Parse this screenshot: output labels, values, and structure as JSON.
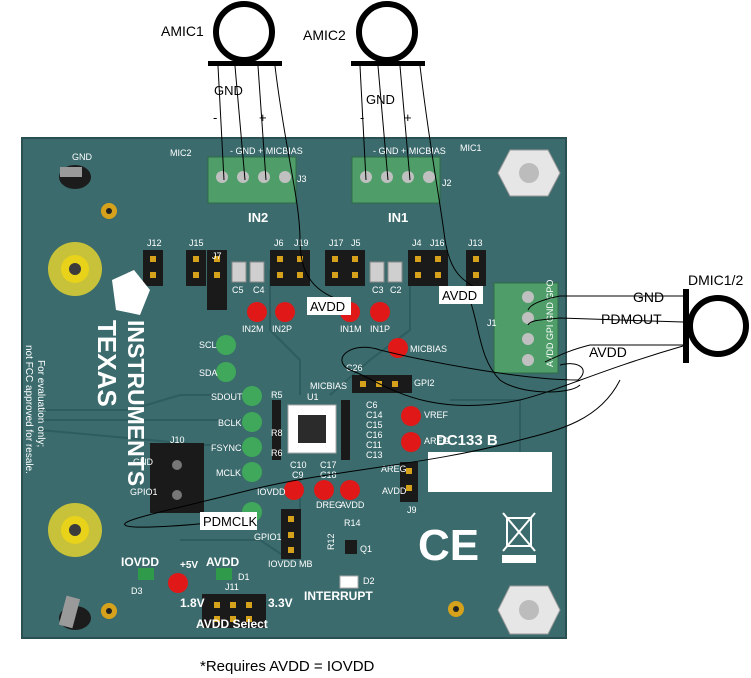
{
  "mic_labels": {
    "amic1": "AMIC1",
    "amic2": "AMIC2",
    "dmic": "DMIC1/2"
  },
  "mic_pins": {
    "gnd": "GND",
    "minus": "-",
    "plus": "+"
  },
  "dmic_wires": {
    "gnd": "GND",
    "pdmout": "PDMOUT",
    "avdd": "AVDD"
  },
  "callouts": {
    "avdd_left": "AVDD",
    "avdd_right": "AVDD",
    "pdmclk": "PDMCLK"
  },
  "footnote": "*Requires AVDD = IOVDD",
  "board": {
    "model": "DC133 B",
    "in1": "IN1",
    "in2": "IN2",
    "j2": "J2",
    "j3": "J3",
    "j1": "J1",
    "j9": "J9",
    "j10": "J10",
    "j11": "J11",
    "j12": "J12",
    "j15": "J15",
    "j7": "J7",
    "j6": "J6",
    "j19": "J19",
    "j17": "J17",
    "j5": "J5",
    "j4": "J4",
    "j16": "J16",
    "j13": "J13",
    "mic1": "MIC1",
    "mic2": "MIC2",
    "term_header": "- GND + MICBIAS",
    "gnd": "GND",
    "in2m": "IN2M",
    "in2p": "IN2P",
    "in1m": "IN1M",
    "in1p": "IN1P",
    "micbias": "MICBIAS",
    "vref": "VREF",
    "areg": "AREG",
    "scl": "SCL",
    "sda": "SDA",
    "sdout": "SDOUT",
    "bclk": "BCLK",
    "fsync": "FSYNC",
    "mclk": "MCLK",
    "iovdd_tp": "IOVDD",
    "dreg": "DREG",
    "avdd_tp": "AVDD",
    "gpio1": "GPIO1",
    "gpi2": "GPI2",
    "plus5v": "+5V",
    "iovdd_led": "IOVDD",
    "avdd_led": "AVDD",
    "d1": "D1",
    "d2": "D2",
    "d3": "D3",
    "u1": "U1",
    "q1": "Q1",
    "r5": "R5",
    "r6": "R6",
    "r8": "R8",
    "r12": "R12",
    "r14": "R14",
    "c2": "C2",
    "c3": "C3",
    "c4": "C4",
    "c5": "C5",
    "c6": "C6",
    "c9": "C9",
    "c10": "C10",
    "c11": "C11",
    "c13": "C13",
    "c14": "C14",
    "c15": "C15",
    "c16": "C16",
    "c17": "C17",
    "c18": "C18",
    "c26": "C26",
    "v18": "1.8V",
    "v33": "3.3V",
    "iovdd_mb": "IOVDD MB",
    "interrupt": "INTERRUPT",
    "avdd_select": "AVDD Select",
    "j1_pins": "AVDD GPI GND GPO",
    "evaluation_note_1": "For evaluation only;",
    "evaluation_note_2": "not FCC approved for resale.",
    "brand_1": "TEXAS",
    "brand_2": "INSTRUMENTS",
    "ce": "CE"
  },
  "colors": {
    "pcb": "#3b6b6d",
    "pcb_edge": "#2a5052",
    "terminal": "#4f9e6a",
    "testpoint_red": "#e01818",
    "testpoint_green": "#3fa85a",
    "jumper": "#1a1a1a",
    "pin_gold": "#d6a21c",
    "pad_yellow": "#e8d21a"
  }
}
